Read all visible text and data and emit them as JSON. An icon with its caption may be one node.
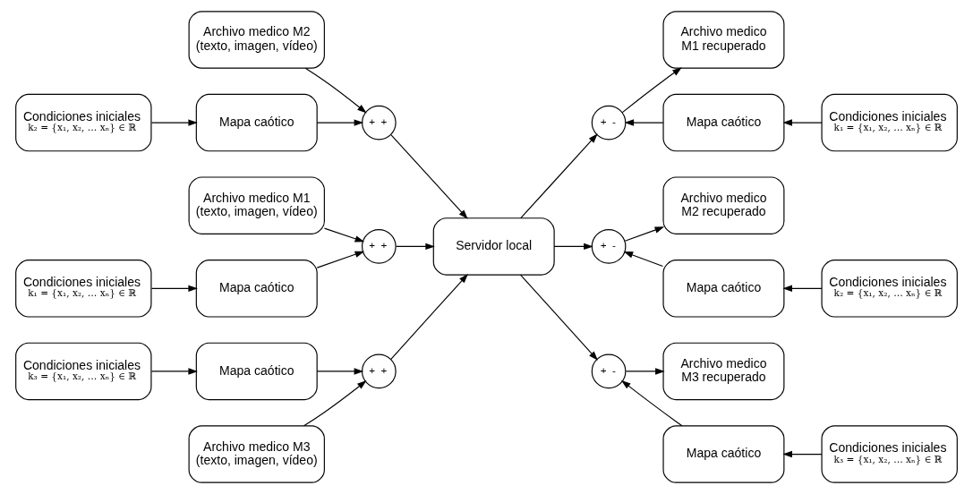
{
  "diagram": {
    "nodes": [
      {
        "text": [
          "Archivo medico M1 (texto, imagen, vídeo)"
        ]
      },
      {
        "text": [
          "Condiciones iniciales",
          "k₁ = {x₁, x₂, … xₙ} ∈ ℝ"
        ]
      },
      {
        "text": [
          "Mapa caótico"
        ]
      },
      {
        "text": [
          "+",
          "+"
        ]
      },
      {
        "text": [
          "Archivo medico M2 (texto, imagen, vídeo)"
        ]
      },
      {
        "text": [
          "Condiciones iniciales",
          "k₂ = {x₁, x₂, … xₙ} ∈ ℝ"
        ]
      },
      {
        "text": [
          "Mapa caótico"
        ]
      },
      {
        "text": [
          "+",
          "+"
        ]
      },
      {
        "text": [
          "Archivo medico M3 (texto, imagen, vídeo)"
        ]
      },
      {
        "text": [
          "Condiciones iniciales",
          "k₃ = {x₁, x₂, … xₙ} ∈ ℝ"
        ]
      },
      {
        "text": [
          "Mapa caótico"
        ]
      },
      {
        "text": [
          "+",
          "+"
        ]
      },
      {
        "text": [
          "Servidor local"
        ]
      },
      {
        "text": [
          "Archivo medico M1 recuperado"
        ]
      },
      {
        "text": [
          "+",
          "-"
        ]
      },
      {
        "text": [
          "Mapa caótico"
        ]
      },
      {
        "text": [
          "Condiciones iniciales",
          "k₁ = {x₁, x₂, … xₙ} ∈ ℝ"
        ]
      },
      {
        "text": [
          "Archivo medico M2 recuperado"
        ]
      },
      {
        "text": [
          "+",
          "-"
        ]
      },
      {
        "text": [
          "Mapa caótico"
        ]
      },
      {
        "text": [
          "Condiciones iniciales",
          "k₂ = {x₁, x₂, … xₙ} ∈ ℝ"
        ]
      },
      {
        "text": [
          "Archivo medico M3 recuperado"
        ]
      },
      {
        "text": [
          "+",
          "-"
        ]
      },
      {
        "text": [
          "Mapa caótico"
        ]
      },
      {
        "text": [
          "Condiciones iniciales",
          "k₃ = {x₁, x₂, … xₙ} ∈ ℝ"
        ]
      }
    ],
    "edges": [
      {
        "from": 1,
        "to": 2,
        "arrow": "to"
      },
      {
        "from": 2,
        "to": 3,
        "arrow": "to"
      },
      {
        "from": 0,
        "to": 3,
        "arrow": "to"
      },
      {
        "from": 3,
        "to": 12,
        "arrow": "to"
      },
      {
        "from": 5,
        "to": 6,
        "arrow": "to"
      },
      {
        "from": 6,
        "to": 7,
        "arrow": "to"
      },
      {
        "from": 4,
        "to": 7,
        "arrow": "to"
      },
      {
        "from": 7,
        "to": 12,
        "arrow": "to"
      },
      {
        "from": 9,
        "to": 10,
        "arrow": "to"
      },
      {
        "from": 10,
        "to": 11,
        "arrow": "to"
      },
      {
        "from": 8,
        "to": 11,
        "arrow": "to"
      },
      {
        "from": 11,
        "to": 12,
        "arrow": "to"
      },
      {
        "from": 12,
        "to": 14,
        "arrow": "to"
      },
      {
        "from": 14,
        "to": 13,
        "arrow": "to"
      },
      {
        "from": 16,
        "to": 15,
        "arrow": "to"
      },
      {
        "from": 15,
        "to": 14,
        "arrow": "to"
      },
      {
        "from": 12,
        "to": 18,
        "arrow": "to"
      },
      {
        "from": 18,
        "to": 17,
        "arrow": "to"
      },
      {
        "from": 20,
        "to": 19,
        "arrow": "to"
      },
      {
        "from": 19,
        "to": 18,
        "arrow": "to"
      },
      {
        "from": 12,
        "to": 22,
        "arrow": "to"
      },
      {
        "from": 22,
        "to": 21,
        "arrow": "to"
      },
      {
        "from": 24,
        "to": 23,
        "arrow": "to"
      },
      {
        "from": 23,
        "to": 22,
        "arrow": "to"
      }
    ]
  }
}
